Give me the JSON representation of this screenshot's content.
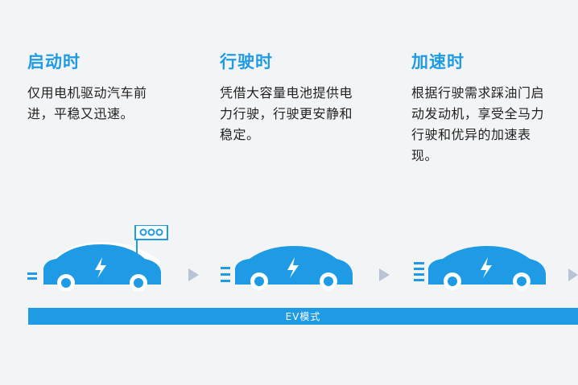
{
  "stages": [
    {
      "title": "启动时",
      "description": "仅用电机驱动汽车前进，平稳又迅速。"
    },
    {
      "title": "行驶时",
      "description": "凭借大容量电池提供电力行驶，行驶更安静和稳定。"
    },
    {
      "title": "加速时",
      "description": "根据行驶需求踩油门启动发动机，享受全马力行驶和优异的加速表现。"
    }
  ],
  "mode_bar": {
    "label": "EV模式"
  },
  "colors": {
    "accent": "#1e9be4",
    "arrow": "#b9c3d6",
    "background": "#f3f4f6"
  }
}
